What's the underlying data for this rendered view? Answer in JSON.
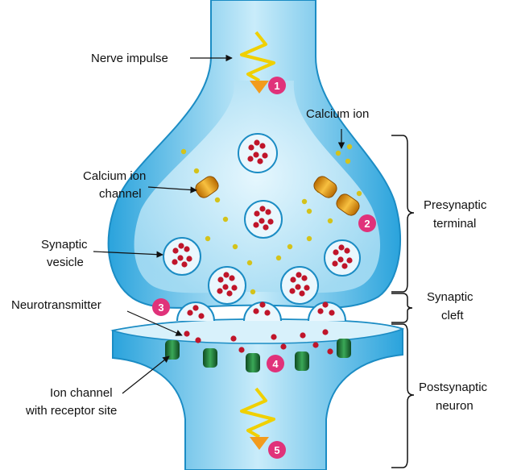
{
  "labels": {
    "nerve_impulse": "Nerve impulse",
    "calcium_ion": "Calcium ion",
    "calcium_ion_channel_1": "Calcium ion",
    "calcium_ion_channel_2": "channel",
    "synaptic_vesicle_1": "Synaptic",
    "synaptic_vesicle_2": "vesicle",
    "neurotransmitter": "Neurotransmitter",
    "ion_channel_1": "Ion channel",
    "ion_channel_2": "with receptor site",
    "presynaptic_1": "Presynaptic",
    "presynaptic_2": "terminal",
    "cleft_1": "Synaptic",
    "cleft_2": "cleft",
    "postsynaptic_1": "Postsynaptic",
    "postsynaptic_2": "neuron"
  },
  "steps": [
    "1",
    "2",
    "3",
    "4",
    "5"
  ],
  "colors": {
    "membrane": "#29a8e0",
    "cytoplasm": "#bfe6f7",
    "vesicle": "#eaf7fd",
    "neurotransmitter": "#c0152a",
    "calcium": "#d4c21a",
    "channel": "#e8a020",
    "receptor": "#1f7a3a",
    "step_badge": "#e0327a",
    "impulse": "#f0d000"
  }
}
